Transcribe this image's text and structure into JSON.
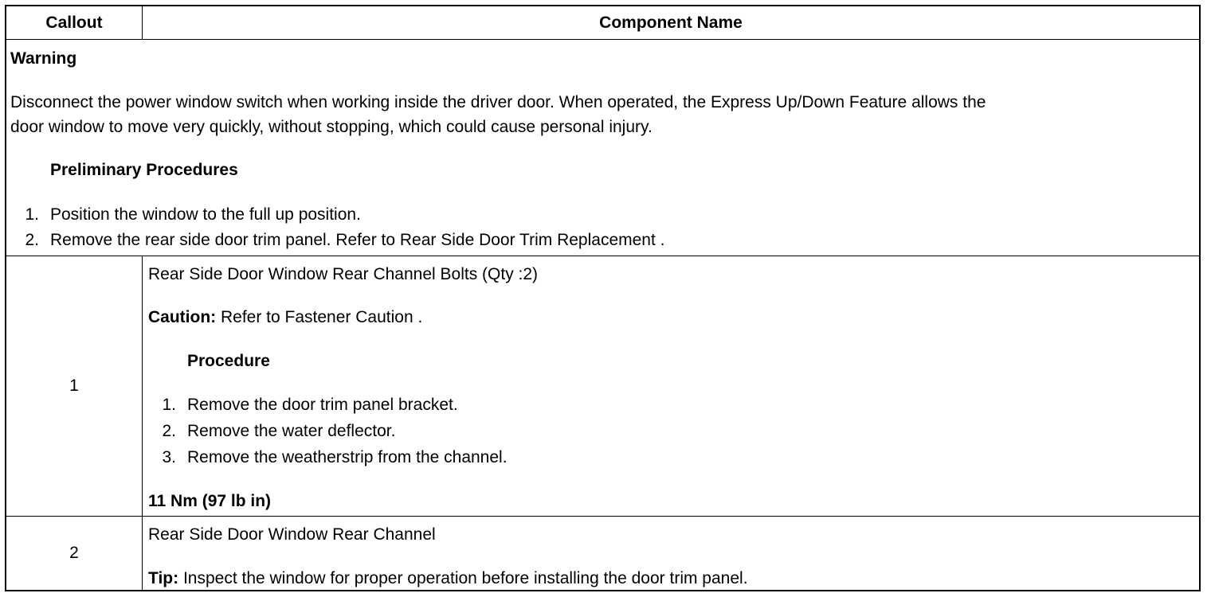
{
  "header": {
    "callout": "Callout",
    "component_name": "Component Name"
  },
  "warning": {
    "title": "Warning",
    "line1": "Disconnect the power window switch when working inside the driver door. When operated, the Express Up/Down Feature allows the",
    "line2": "door window to move very quickly, without stopping, which could cause personal injury.",
    "prelim_title": "Preliminary Procedures",
    "steps": [
      {
        "num": "1.",
        "text": "Position the window to the full up position."
      },
      {
        "num": "2.",
        "text": "Remove the rear side door trim panel. Refer to Rear Side Door Trim Replacement ."
      }
    ]
  },
  "rows": [
    {
      "callout": "1",
      "name": "Rear Side Door Window Rear Channel Bolts (Qty :2)",
      "caution_label": "Caution:",
      "caution_text": "Refer to Fastener Caution .",
      "procedure_title": "Procedure",
      "steps": [
        {
          "num": "1.",
          "text": "Remove the door trim panel bracket."
        },
        {
          "num": "2.",
          "text": "Remove the water deflector."
        },
        {
          "num": "3.",
          "text": "Remove the weatherstrip from the channel."
        }
      ],
      "torque": "11 Nm (97 lb in)"
    },
    {
      "callout": "2",
      "name": "Rear Side Door Window Rear Channel",
      "tip_label": "Tip:",
      "tip_text": "Inspect the window for proper operation before installing the door trim panel."
    }
  ]
}
